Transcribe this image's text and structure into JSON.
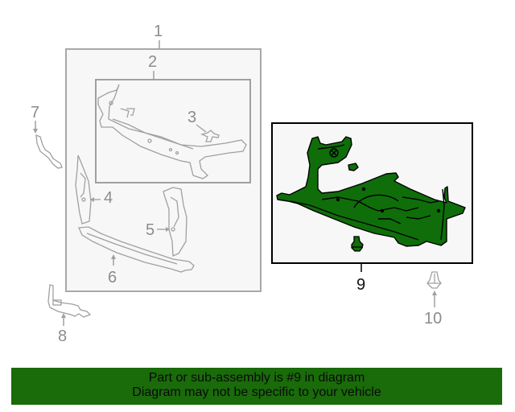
{
  "diagram": {
    "callouts": [
      {
        "id": "1",
        "label": "1",
        "highlighted": false
      },
      {
        "id": "2",
        "label": "2",
        "highlighted": false
      },
      {
        "id": "3",
        "label": "3",
        "highlighted": false
      },
      {
        "id": "4",
        "label": "4",
        "highlighted": false
      },
      {
        "id": "5",
        "label": "5",
        "highlighted": false
      },
      {
        "id": "6",
        "label": "6",
        "highlighted": false
      },
      {
        "id": "7",
        "label": "7",
        "highlighted": false
      },
      {
        "id": "8",
        "label": "8",
        "highlighted": false
      },
      {
        "id": "9",
        "label": "9",
        "highlighted": true
      },
      {
        "id": "10",
        "label": "10",
        "highlighted": false
      }
    ],
    "colors": {
      "highlight_fill": "#0f6e0a",
      "highlight_stroke": "#000000",
      "line_gray": "#a0a0a0",
      "box_fill": "#f7f7f7",
      "banner_bg": "#1a6b0a"
    }
  },
  "banner": {
    "line1": "Part or sub-assembly is #9 in diagram",
    "line2": "Diagram may not be specific to your vehicle"
  }
}
